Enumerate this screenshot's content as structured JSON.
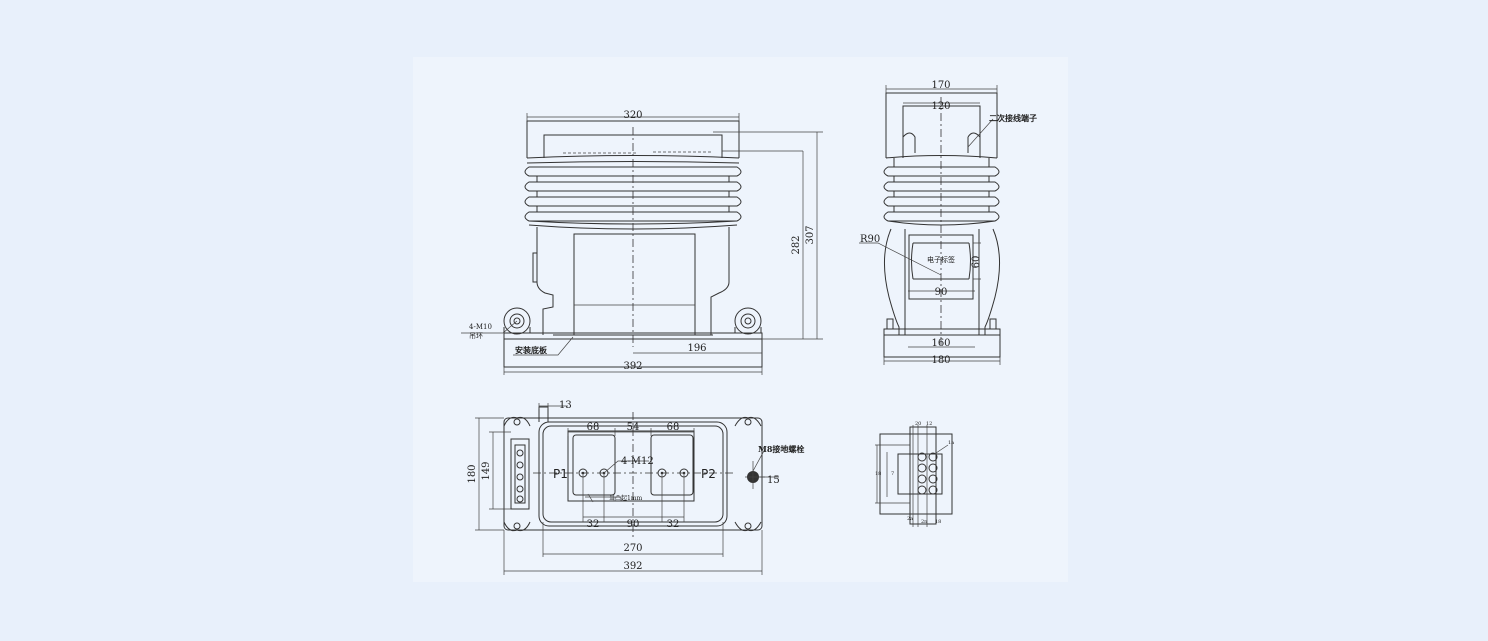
{
  "front_view": {
    "width_top": "320",
    "height_inner": "282",
    "height_total": "307",
    "offset_right": "196",
    "width_base": "392",
    "lifting_ring_spec": "4-M10",
    "lifting_ring_label": "吊环",
    "base_plate_label": "安装底板"
  },
  "side_view": {
    "width_top": "170",
    "width_inner": "120",
    "secondary_terminal_label": "二次接线端子",
    "radius": "R90",
    "nameplate_label": "电子标签",
    "nameplate_height": "60",
    "nameplate_width": "90",
    "base_inner": "160",
    "base_width": "180"
  },
  "top_view": {
    "tab_width": "13",
    "seg_left": "68",
    "seg_mid": "54",
    "seg_right": "68",
    "bolt_spec": "4-M12",
    "terminal_p1": "P1",
    "terminal_p2": "P2",
    "earth_bolt_label": "M8接地螺栓",
    "earth_offset": "15",
    "bushing_note": "当凸起1mm",
    "height_outer": "180",
    "height_inner": "149",
    "hole_left": "32",
    "hole_mid": "90",
    "hole_right": "32",
    "inner_width": "270",
    "outer_width": "392"
  },
  "detail_view": {
    "tiny_labels": [
      "20",
      "12",
      "1a",
      "18",
      "7",
      "2a",
      "2n",
      "18"
    ]
  }
}
